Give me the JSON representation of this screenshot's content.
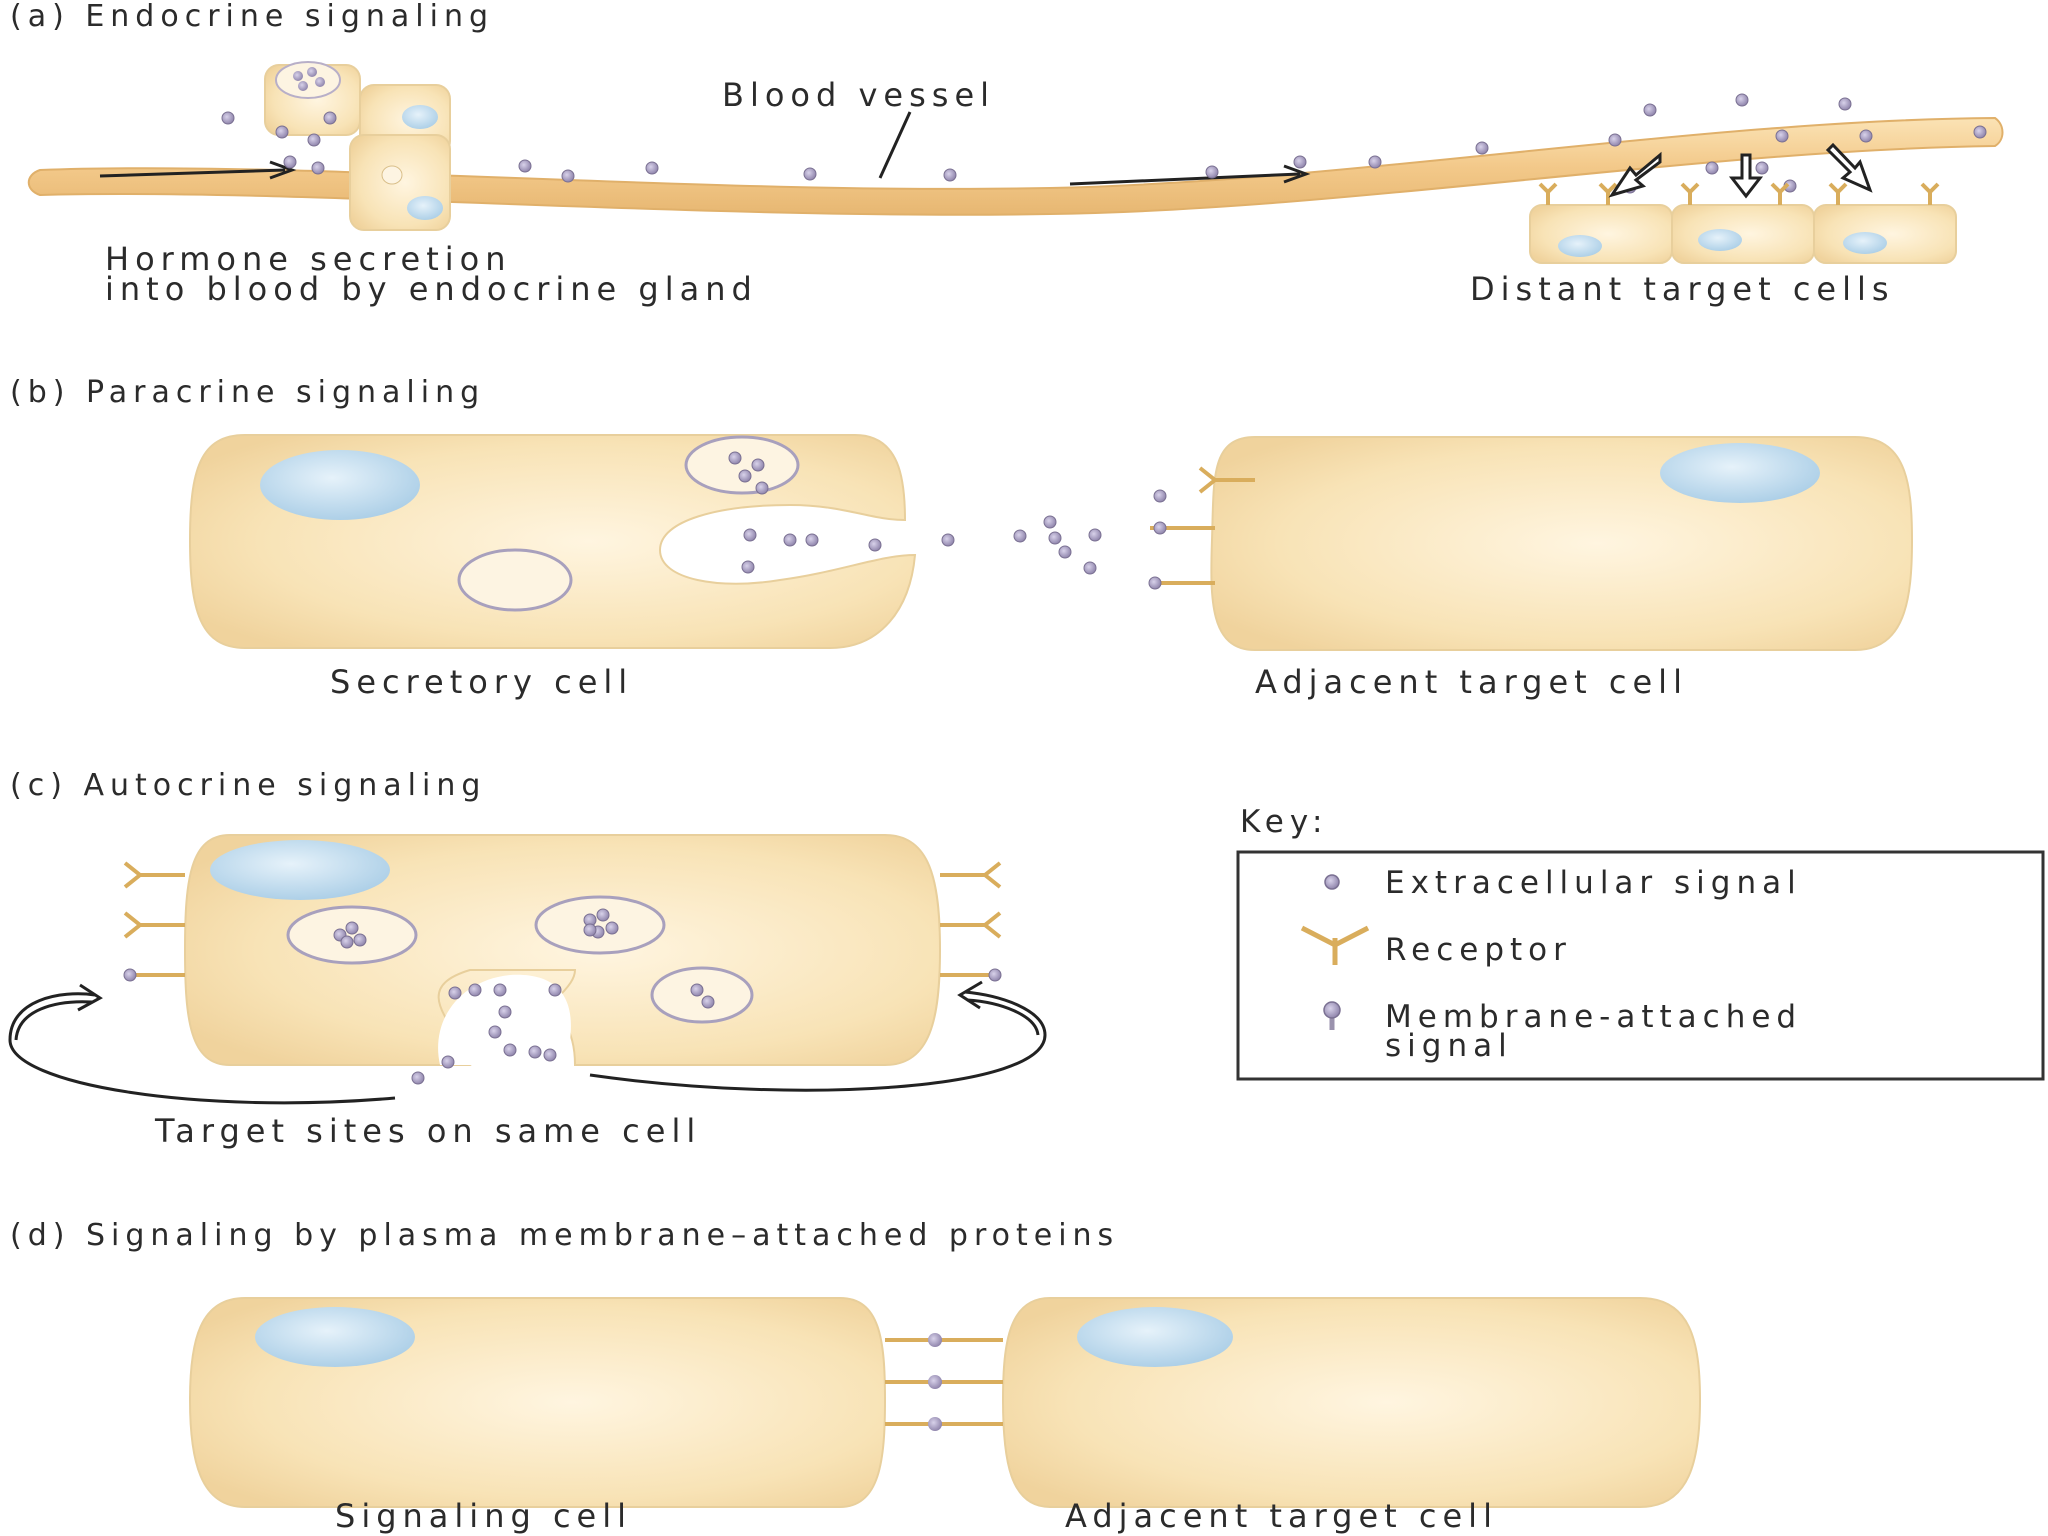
{
  "panels": {
    "a": {
      "title": "(a) Endocrine signaling",
      "vessel_label": "Blood vessel",
      "gland_label_line1": "Hormone secretion",
      "gland_label_line2": "into blood by endocrine gland",
      "targets_label": "Distant target cells"
    },
    "b": {
      "title": "(b) Paracrine signaling",
      "secretory_label": "Secretory cell",
      "target_label": "Adjacent target cell"
    },
    "c": {
      "title": "(c) Autocrine signaling",
      "target_label": "Target sites on same cell"
    },
    "d": {
      "title": "(d) Signaling by plasma membrane–attached proteins",
      "signaling_label": "Signaling cell",
      "target_label": "Adjacent target cell"
    }
  },
  "key": {
    "title": "Key:",
    "signal": "Extracellular signal",
    "receptor": "Receptor",
    "membrane_line1": "Membrane-attached",
    "membrane_line2": "signal"
  },
  "colors": {
    "cell_fill": "#f6dfae",
    "cell_edge": "#ead2a0",
    "vessel": "#f0c98a",
    "nucleus": "#bcd9ee",
    "signal": "#9a8fb3",
    "receptor": "#e6c37e",
    "text": "#2b2b2b"
  }
}
